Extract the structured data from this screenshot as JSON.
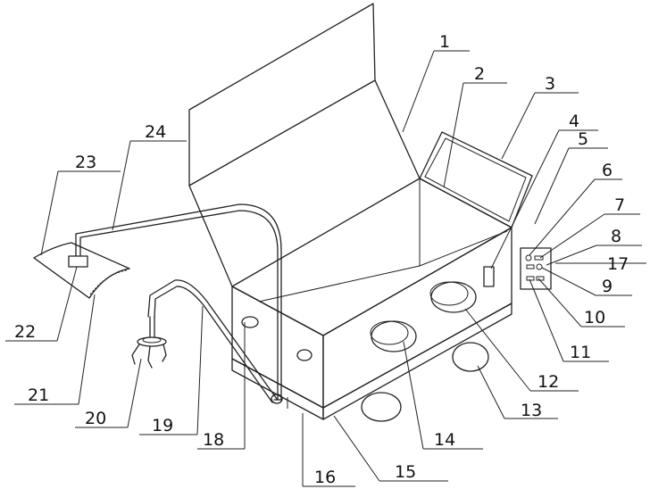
{
  "callouts": [
    "1",
    "2",
    "3",
    "4",
    "5",
    "6",
    "7",
    "8",
    "17",
    "9",
    "10",
    "11",
    "12",
    "13",
    "14",
    "15",
    "16",
    "18",
    "19",
    "20",
    "21",
    "22",
    "23",
    "24"
  ]
}
